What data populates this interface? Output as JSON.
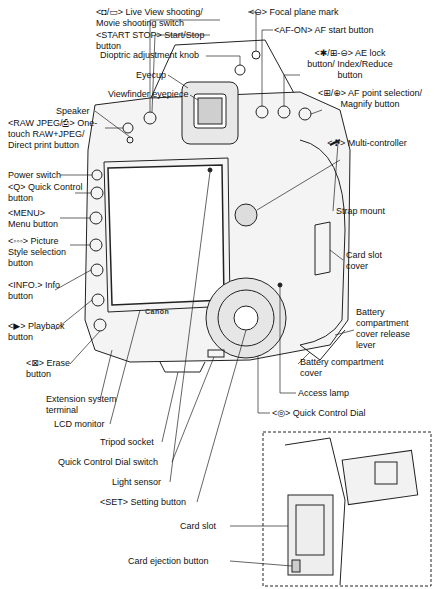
{
  "diagram": {
    "labels": [
      "<◘/▭> Live View shooting/ Movie shooting switch",
      "<START STOP> Start/Stop button",
      "Dioptric adjustment knob",
      "Eyecup",
      "Viewfinder eyepiece",
      "Speaker",
      "<RAW JPEG/⎙> One-touch RAW+JPEG/ Direct print button",
      "Power switch",
      "<Q> Quick Control button",
      "<MENU> Menu button",
      "<◦◦◦> Picture Style selection button",
      "<INFO.> Info button",
      "<▶> Playback button",
      "<⊠> Erase button",
      "Extension system terminal",
      "LCD monitor",
      "Tripod socket",
      "Quick Control Dial switch",
      "Light sensor",
      "<SET> Setting button",
      "Card slot",
      "Card ejection button",
      "<⊖> Focal plane mark",
      "<AF-ON> AF start button",
      "<✱/⊞-⊖> AE lock button/ Index/Reduce button",
      "<⊞/⊕> AF point selection/ Magnify button",
      "<✣> Multi-controller",
      "Strap mount",
      "Card slot cover",
      "Battery compartment cover release lever",
      "Battery compartment cover",
      "Access lamp",
      "<◎> Quick Control Dial",
      "Canon"
    ]
  }
}
